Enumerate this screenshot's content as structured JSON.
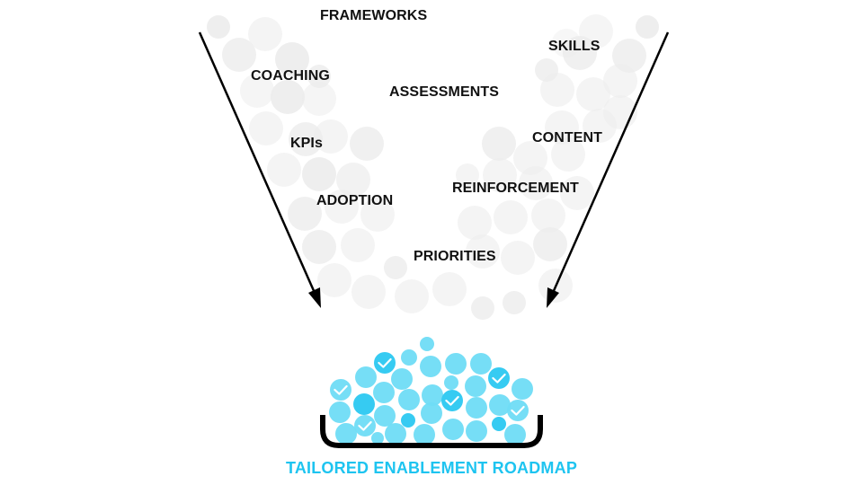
{
  "colors": {
    "grey_bubble": "#ececec",
    "blue_light": "#6fdcf6",
    "blue_dark": "#36cbf2",
    "arrow": "#000000",
    "bowl": "#000000",
    "caption": "#1ec4f0"
  },
  "labels": [
    {
      "id": "frameworks",
      "text": "FRAMEWORKS"
    },
    {
      "id": "skills",
      "text": "SKILLS"
    },
    {
      "id": "coaching",
      "text": "COACHING"
    },
    {
      "id": "assessments",
      "text": "ASSESSMENTS"
    },
    {
      "id": "kpis",
      "text": "KPIs"
    },
    {
      "id": "content",
      "text": "CONTENT"
    },
    {
      "id": "adoption",
      "text": "ADOPTION"
    },
    {
      "id": "reinforcement",
      "text": "REINFORCEMENT"
    },
    {
      "id": "priorities",
      "text": "PRIORITIES"
    }
  ],
  "caption": "TAILORED ENABLEMENT ROADMAP",
  "icons": {
    "arrows": "arrow-down-icon",
    "bowl": "bowl-icon",
    "check": "checkmark-icon"
  }
}
